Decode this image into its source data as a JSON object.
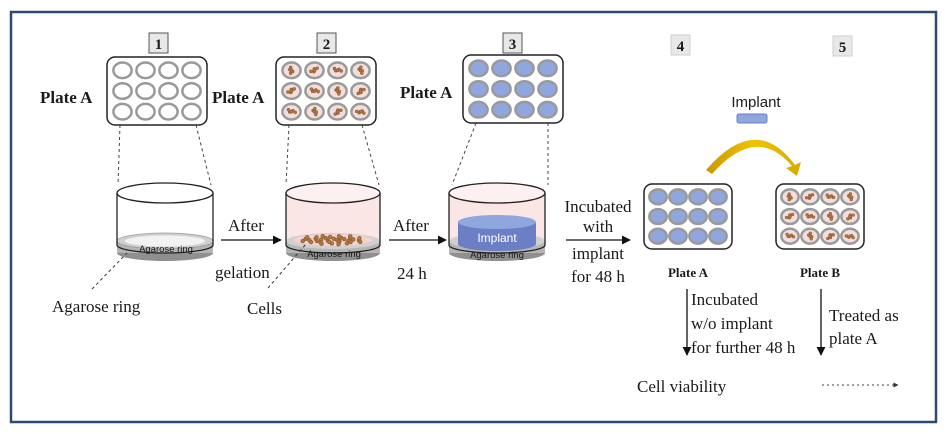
{
  "steps": [
    {
      "number": "1"
    },
    {
      "number": "2"
    },
    {
      "number": "3"
    },
    {
      "number": "4"
    },
    {
      "number": "5"
    }
  ],
  "labels": {
    "plate_a": "Plate A",
    "plate_b": "Plate B",
    "agarose_ring_dish": "Agarose ring",
    "agarose_ring_callout": "Agarose ring",
    "implant_in_dish": "Implant",
    "implant_top": "Implant",
    "cells": "Cells",
    "cell_viability": "Cell viability"
  },
  "arrows": {
    "after_gelation": {
      "line1": "After",
      "line2": "gelation"
    },
    "after_24h": {
      "line1": "After",
      "line2": "24 h"
    },
    "incubated_with_implant": {
      "line1": "Incubated",
      "line2": "with",
      "line3": "implant",
      "line4": "for 48 h"
    },
    "incubated_without_implant": {
      "line1": "Incubated",
      "line2": "w/o implant",
      "line3": "for further 48 h"
    },
    "treated_as_plate_a": {
      "line1": "Treated as",
      "line2": "plate A"
    }
  },
  "colors": {
    "border": "#2d4a73",
    "implant_blue": "#8fa6de",
    "implant_dark": "#6d7fc4",
    "cell_pink": "#f6d7d7",
    "transfer_arrow": "#e2b400"
  }
}
